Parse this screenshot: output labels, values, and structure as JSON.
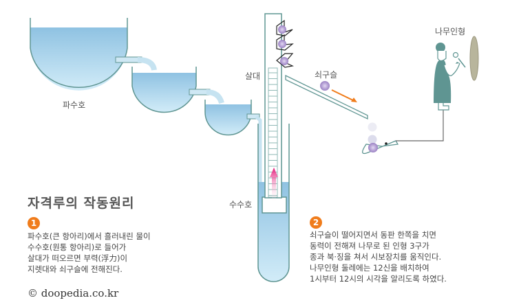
{
  "labels": {
    "source_vessel": "파수호",
    "float_rod": "살대",
    "receiving_vessel": "수수호",
    "iron_ball": "쇠구슬",
    "wooden_figure": "나무인형"
  },
  "title": "자격루의 작동원리",
  "step1": {
    "number": "1",
    "lines": [
      "파수호(큰 항아리)에서 흘러내린 물이",
      "수수호(원통 항아리)로 들어가",
      "살대가 떠오르면 부력(浮力)이",
      "지렛대와 쇠구슬에 전해진다."
    ]
  },
  "step2": {
    "number": "2",
    "lines": [
      "쇠구슬이 떨어지면서 동판 한쪽을 치면",
      "동력이 전해져 나무로 된 인형 3구가",
      "종과 북·징을 쳐서 시보장치를 움직인다.",
      "나무인형 둘레에는 12신을 배치하여",
      "1시부터 12시의 시각을 알리도록 하였다."
    ]
  },
  "copyright": "© doopedia.co.kr",
  "colors": {
    "water": "#9ccbe6",
    "outline": "#5f9592",
    "accent": "#f07c1b",
    "arrow": "#e6197a",
    "ball": "#a58fcb"
  }
}
